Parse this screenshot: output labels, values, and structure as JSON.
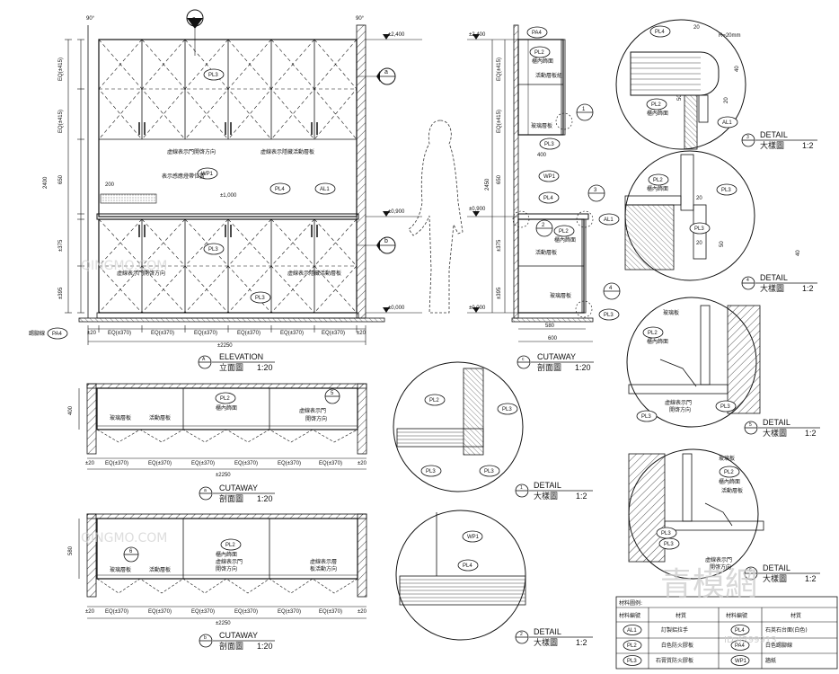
{
  "elevation": {
    "title_en": "ELEVATION",
    "title_cn": "立面圖",
    "scale": "1:20",
    "marker_letter": "A",
    "levels": [
      "±2,400",
      "±0,900",
      "±0,000",
      "±1,000"
    ],
    "dims_left": [
      "EQ(±415)",
      "EQ(±415)",
      "650",
      "±375",
      "±395",
      "2400"
    ],
    "dims_bottom": [
      "±20",
      "EQ(±370)",
      "EQ(±370)",
      "EQ(±370)",
      "EQ(±370)",
      "EQ(±370)",
      "EQ(±370)",
      "±20"
    ],
    "total_width": "±2250",
    "angle_left": "90°",
    "angle_right": "90°",
    "dim_200": "200",
    "notes": {
      "door_swing_upper_1": "虛線表示門開啓方向",
      "door_swing_upper_2": "虛線表示隱藏活動層板",
      "light_note": "表示感應燈帶位置",
      "door_swing_lower_1": "虛線表示門開啓方向",
      "door_swing_lower_2": "虛線表示隱藏活動層板",
      "floor": "踢腳線"
    },
    "tags": {
      "pl3_a": "PL3",
      "wp1": "WP1",
      "pl4": "PL4",
      "al1": "AL1",
      "pl3_b": "PL3",
      "pl3_c": "PL3",
      "pa4": "PA4"
    },
    "callout_c": "c",
    "section_a": "a",
    "section_b": "b"
  },
  "cutaway_c": {
    "title_en": "CUTAWAY",
    "title_cn": "剖面圖",
    "scale": "1:20",
    "marker_letter": "c",
    "levels": [
      "±2,400",
      "±0,900",
      "±0,000"
    ],
    "dims_left": [
      "EQ(±415)",
      "EQ(±415)",
      "650",
      "2450",
      "±375",
      "±395"
    ],
    "dims_bottom": [
      "580",
      "600"
    ],
    "tags": {
      "pa4": "PA4",
      "pl2_a": "PL2",
      "pl2_b": "PL2",
      "pl3_a": "PL3",
      "wp1": "WP1",
      "pl4": "PL4",
      "al1": "AL1",
      "pl3_b": "PL3"
    },
    "notes": {
      "cabinet_inner_a": "櫃內飾面",
      "movable_shelf_a": "活動層板組",
      "glass_shelf_a": "玻璃層板",
      "cabinet_inner_b": "櫃內飾面",
      "movable_shelf_b": "活動層板",
      "glass_shelf_b": "玻璃層板"
    },
    "dim_shelf": "400",
    "callouts": [
      "1",
      "2",
      "3",
      "4"
    ]
  },
  "cutaway_a": {
    "title_en": "CUTAWAY",
    "title_cn": "剖面圖",
    "scale": "1:20",
    "marker_letter": "a",
    "depth": "400",
    "dims_bottom": [
      "±20",
      "EQ(±370)",
      "EQ(±370)",
      "EQ(±370)",
      "EQ(±370)",
      "EQ(±370)",
      "EQ(±370)",
      "±20"
    ],
    "total_width": "±2250",
    "notes": {
      "glass": "玻璃層板",
      "movable": "活動層板",
      "pl2": "PL2",
      "inner": "櫃內飾面",
      "swing": "虛線表示門",
      "swing2": "開啓方向"
    },
    "callout": "5"
  },
  "cutaway_b": {
    "title_en": "CUTAWAY",
    "title_cn": "剖面圖",
    "scale": "1:20",
    "marker_letter": "b",
    "depth": "580",
    "dims_bottom": [
      "±20",
      "EQ(±370)",
      "EQ(±370)",
      "EQ(±370)",
      "EQ(±370)",
      "EQ(±370)",
      "EQ(±370)",
      "±20"
    ],
    "total_width": "±2250",
    "notes": {
      "glass": "玻璃層板",
      "movable": "活動層板",
      "pl2": "PL2",
      "inner": "櫃內飾面",
      "swing": "虛線表示門",
      "swing2": "開啓方向",
      "swing3": "虛線表示層",
      "swing4": "板活動方向"
    },
    "callout": "6"
  },
  "details": [
    {
      "num": "1",
      "en": "DETAIL",
      "cn": "大樣圖",
      "scale": "1:2",
      "tags": [
        "PL2",
        "PL3",
        "PL3",
        "PL3"
      ]
    },
    {
      "num": "2",
      "en": "DETAIL",
      "cn": "大樣圖",
      "scale": "1:2",
      "tags": [
        "WP1",
        "PL4"
      ]
    },
    {
      "num": "3",
      "en": "DETAIL",
      "cn": "大樣圖",
      "scale": "1:2",
      "tags": [
        "PL4",
        "PL2",
        "AL1"
      ],
      "dims": [
        "20",
        "R=20mm",
        "40",
        "20",
        "50"
      ],
      "notes": [
        "櫃內飾面"
      ]
    },
    {
      "num": "4",
      "en": "DETAIL",
      "cn": "大樣圖",
      "scale": "1:2",
      "tags": [
        "PL2",
        "PL3",
        "PL3"
      ],
      "dims": [
        "20",
        "50",
        "40",
        "20"
      ],
      "notes": [
        "櫃內飾面"
      ]
    },
    {
      "num": "5",
      "en": "DETAIL",
      "cn": "大樣圖",
      "scale": "1:2",
      "tags": [
        "PL2",
        "PL3",
        "PL3"
      ],
      "notes": [
        "玻璃板",
        "櫃內飾面",
        "虛線表示門",
        "開啓方向"
      ]
    },
    {
      "num": "6",
      "en": "DETAIL",
      "cn": "大樣圖",
      "scale": "1:2",
      "tags": [
        "PL2",
        "PL3",
        "PL3"
      ],
      "notes": [
        "玻璃板",
        "活動層板",
        "櫃內飾面",
        "虛線表示門",
        "開啓方向"
      ]
    }
  ],
  "legend": {
    "title": "材料圖例:",
    "headers": [
      "材料編號",
      "材質",
      "材料編號",
      "材質"
    ],
    "rows": [
      [
        "AL1",
        "訂製鋁拉手",
        "PL4",
        "石英石台面(白色)"
      ],
      [
        "PL2",
        "白色防火膠板",
        "PA4",
        "白色踢腳線"
      ],
      [
        "PL3",
        "石膏質防火膠板",
        "WP1",
        "牆紙"
      ]
    ]
  },
  "watermark": {
    "text": "QINGMO.COM",
    "brand": "青模網",
    "id": "ID:4299913"
  }
}
